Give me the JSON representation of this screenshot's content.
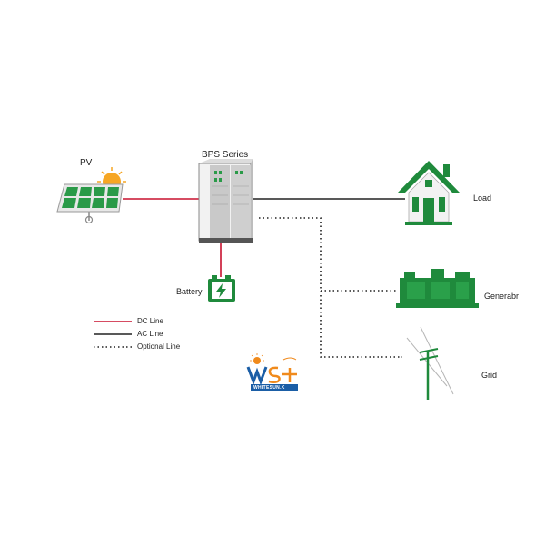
{
  "nodes": {
    "pv": "PV",
    "bps": "BPS Series",
    "load": "Load",
    "generator": "Generabr",
    "grid": "Grid",
    "battery": "Battery"
  },
  "legend": {
    "dc": "DC Line",
    "ac": "AC Line",
    "optional": "Optional Line"
  },
  "logo": {
    "text": "WHITESUN.K"
  },
  "colors": {
    "dc_line": "#c8102e",
    "ac_line": "#222222",
    "optional_line": "#222222",
    "green": "#1f8a3c",
    "sun": "#f6a623",
    "logo_blue": "#1b5ea6",
    "logo_orange": "#f08a1c"
  }
}
